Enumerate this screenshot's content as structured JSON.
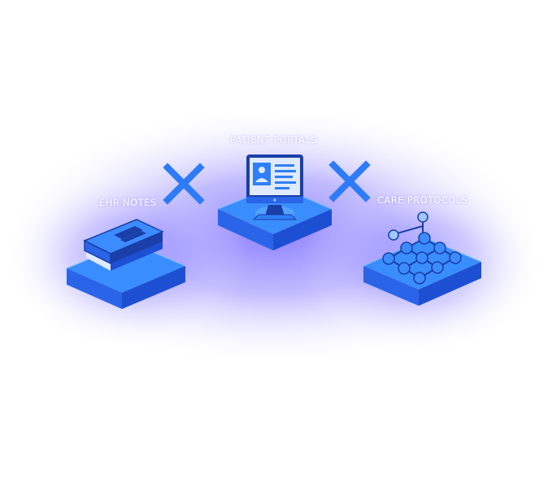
{
  "diagram": {
    "nodes": [
      {
        "id": "ehr",
        "label": "EHR NOTES",
        "icon": "book-icon"
      },
      {
        "id": "portal",
        "label": "PATIENT PORTALS",
        "icon": "monitor-icon"
      },
      {
        "id": "care",
        "label": "CARE PROTOCOLS",
        "icon": "network-graph-icon"
      }
    ],
    "connectors": [
      {
        "from": "ehr",
        "to": "portal",
        "symbol": "×",
        "icon": "cross-icon"
      },
      {
        "from": "portal",
        "to": "care",
        "symbol": "×",
        "icon": "cross-icon"
      }
    ]
  },
  "colors": {
    "glow": "#6a5cff",
    "platform_top": "#3a8dfd",
    "platform_left": "#2a64e8",
    "platform_right": "#1d4fd2",
    "icon_blue": "#2d7bf6",
    "icon_dark": "#1a3fa8",
    "label": "#ffffff"
  }
}
